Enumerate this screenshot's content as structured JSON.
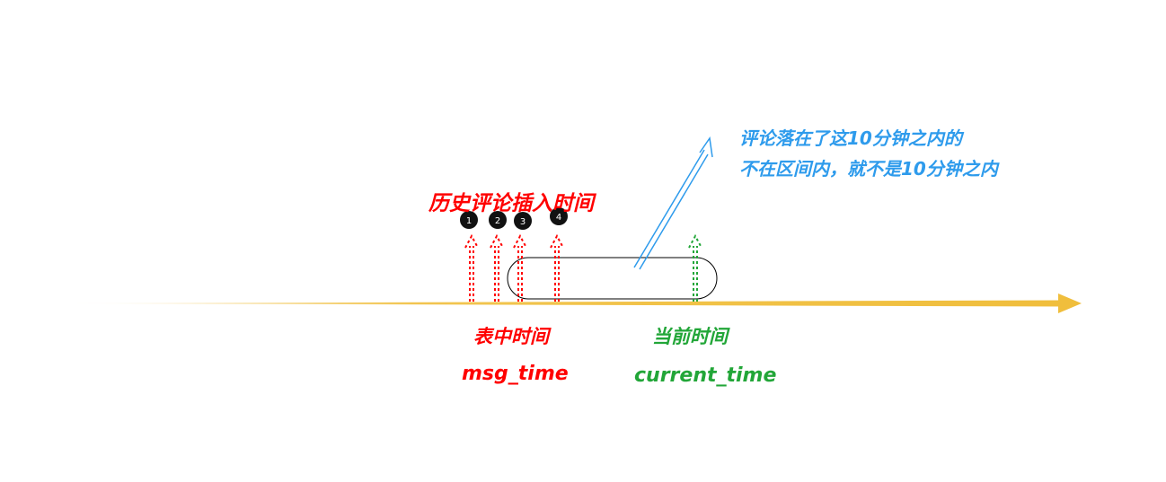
{
  "labels": {
    "history_insert": "历史评论插入时间",
    "table_time": "表中时间",
    "msg_time": "msg_time",
    "current_time_cn": "当前时间",
    "current_time": "current_time",
    "note_line1": "评论落在了这10分钟之内的",
    "note_line2": "不在区间内，就不是10分钟之内"
  },
  "markers": [
    "1",
    "2",
    "3",
    "4"
  ],
  "colors": {
    "axis": "#f0be3c",
    "history": "#ff0000",
    "current": "#22a638",
    "note": "#2e9bec",
    "window": "#000000"
  }
}
